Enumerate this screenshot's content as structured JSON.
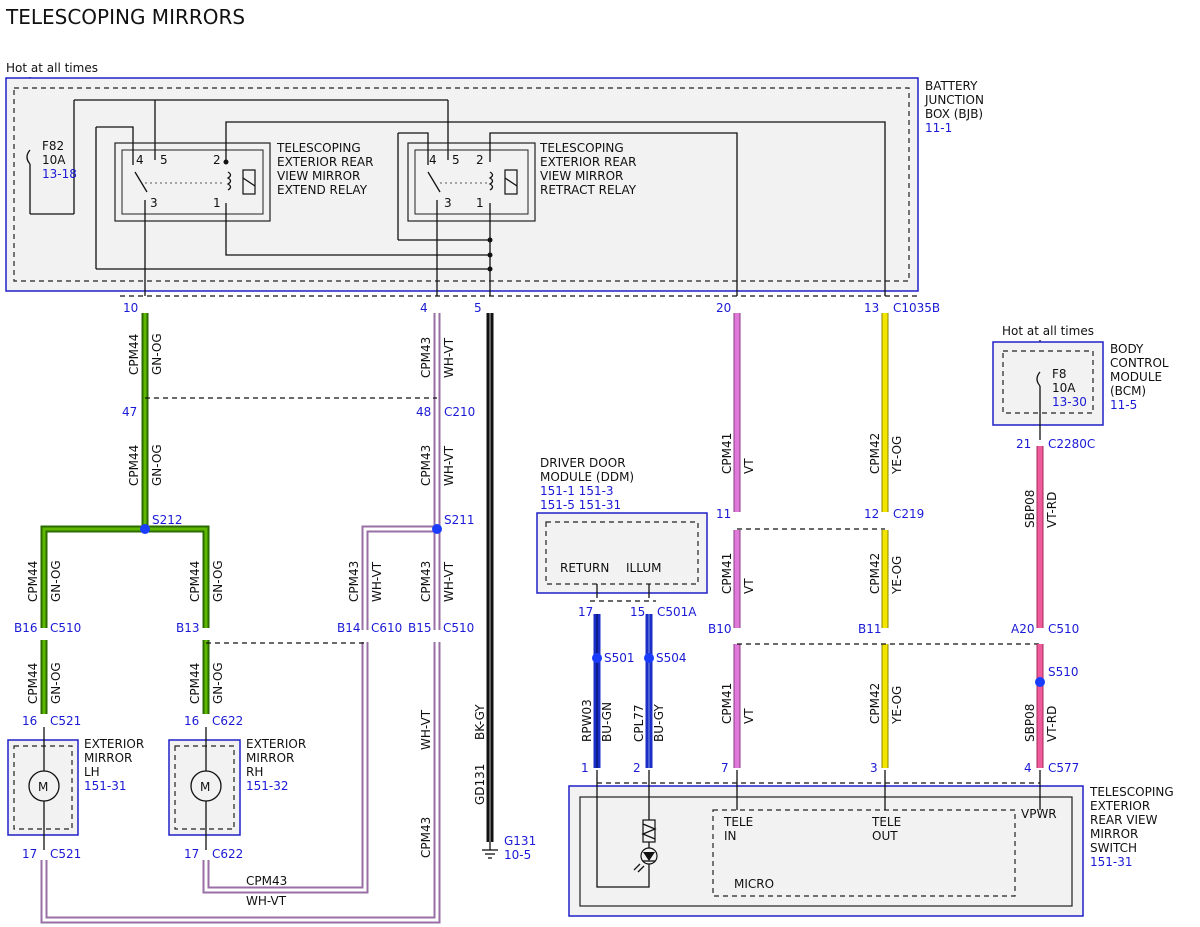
{
  "title": "TELESCOPING MIRRORS",
  "hot_bjb": "Hot at all times",
  "hot_bcm": "Hot at all times",
  "bjb": {
    "l1": "BATTERY",
    "l2": "JUNCTION",
    "l3": "BOX (BJB)",
    "ref": "11-1"
  },
  "fuse_f82": {
    "name": "F82",
    "rating": "10A",
    "ref": "13-18"
  },
  "fuse_f8": {
    "name": "F8",
    "rating": "10A",
    "ref": "13-30"
  },
  "bcm": {
    "l1": "BODY",
    "l2": "CONTROL",
    "l3": "MODULE",
    "l4": "(BCM)",
    "ref": "11-5"
  },
  "relay_extend": {
    "l1": "TELESCOPING",
    "l2": "EXTERIOR REAR",
    "l3": "VIEW MIRROR",
    "l4": "EXTEND RELAY",
    "p4": "4",
    "p5": "5",
    "p2": "2",
    "p3": "3",
    "p1": "1"
  },
  "relay_retract": {
    "l1": "TELESCOPING",
    "l2": "EXTERIOR REAR",
    "l3": "VIEW MIRROR",
    "l4": "RETRACT RELAY",
    "p4": "4",
    "p5": "5",
    "p2": "2",
    "p3": "3",
    "p1": "1"
  },
  "ddm": {
    "l1": "DRIVER DOOR",
    "l2": "MODULE (DDM)",
    "r1": "151-1  151-3",
    "r2": "151-5  151-31",
    "return": "RETURN",
    "illum": "ILLUM"
  },
  "mirror_lh": {
    "l1": "EXTERIOR",
    "l2": "MIRROR",
    "l3": "LH",
    "ref": "151-31",
    "motor": "M"
  },
  "mirror_rh": {
    "l1": "EXTERIOR",
    "l2": "MIRROR",
    "l3": "RH",
    "ref": "151-32",
    "motor": "M"
  },
  "switch": {
    "l1": "TELESCOPING",
    "l2": "EXTERIOR",
    "l3": "REAR VIEW",
    "l4": "MIRROR",
    "l5": "SWITCH",
    "ref": "151-31",
    "tele_in_1": "TELE",
    "tele_in_2": "IN",
    "tele_out_1": "TELE",
    "tele_out_2": "OUT",
    "vpwr": "VPWR",
    "micro": "MICRO"
  },
  "ground": {
    "name": "G131",
    "ref": "10-5"
  },
  "pins": {
    "p10": "10",
    "p4": "4",
    "p5": "5",
    "p20": "20",
    "p13": "13",
    "c1035b": "C1035B",
    "p47": "47",
    "p48": "48",
    "c210": "C210",
    "p21": "21",
    "c2280c": "C2280C",
    "p11": "11",
    "p12": "12",
    "c219": "C219",
    "s212": "S212",
    "s211": "S211",
    "b16": "B16",
    "c510a": "C510",
    "b13": "B13",
    "b14": "B14",
    "c610": "C610",
    "b15": "B15",
    "c510b": "C510",
    "b10": "B10",
    "b11": "B11",
    "a20": "A20",
    "c510c": "C510",
    "p17a": "17",
    "p15": "15",
    "c501a": "C501A",
    "s501": "S501",
    "s504": "S504",
    "s510": "S510",
    "p16a": "16",
    "c521a": "C521",
    "p16b": "16",
    "c622a": "C622",
    "sw1": "1",
    "sw2": "2",
    "sw7": "7",
    "sw3": "3",
    "sw4": "4",
    "c577": "C577",
    "p17b": "17",
    "c521b": "C521",
    "p17c": "17",
    "c622b": "C622"
  },
  "wires": {
    "cpm44": "CPM44",
    "gnog": "GN-OG",
    "cpm43": "CPM43",
    "whvt": "WH-VT",
    "cpm41": "CPM41",
    "vt": "VT",
    "cpm42": "CPM42",
    "yeog": "YE-OG",
    "sbp08": "SBP08",
    "vtrd": "VT-RD",
    "rpw03": "RPW03",
    "bugn": "BU-GN",
    "cpl77": "CPL77",
    "bugy": "BU-GY",
    "gd131": "GD131",
    "bkgy": "BK-GY",
    "bottom_cpm43": "CPM43",
    "bottom_whvt": "WH-VT"
  },
  "colors": {
    "gnog_outer": "#2b6b00",
    "gnog_inner": "#5fb800",
    "whvt_outer": "#9a6fa6",
    "whvt_inner": "#ffffff",
    "vt": "#e07ad8",
    "ye": "#f2e600",
    "vtrd": "#ef5a9a",
    "bu": "#1c2fc4",
    "bk": "#111111",
    "splice": "#1a3cff"
  }
}
